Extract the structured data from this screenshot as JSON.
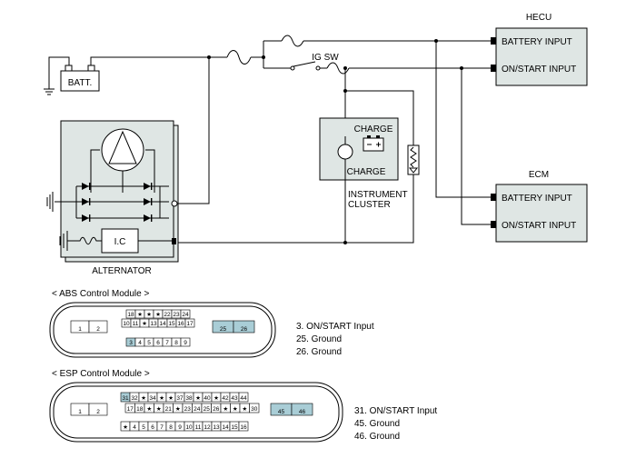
{
  "hecu": {
    "title": "HECU",
    "pin1": "BATTERY INPUT",
    "pin2": "ON/START INPUT"
  },
  "ecm": {
    "title": "ECM",
    "pin1": "BATTERY INPUT",
    "pin2": "ON/START INPUT"
  },
  "batt_label": "BATT.",
  "ig_sw_label": "IG SW",
  "instrument": {
    "lamp_label_top": "CHARGE",
    "lamp_label_bottom": "CHARGE",
    "caption_line1": "INSTRUMENT",
    "caption_line2": "CLUSTER"
  },
  "alternator": {
    "ic_label": "I.C",
    "caption": "ALTERNATOR"
  },
  "abs": {
    "heading": "< ABS Control Module >",
    "row_top": [
      "18",
      "★",
      "★",
      "★",
      "22",
      "23",
      "24"
    ],
    "row_mid": [
      "10",
      "11",
      "★",
      "13",
      "14",
      "15",
      "16",
      "17"
    ],
    "row_bot": [
      "3",
      "4",
      "5",
      "6",
      "7",
      "8",
      "9"
    ],
    "left_pins": [
      "1",
      "2"
    ],
    "right_pins": [
      "25",
      "26"
    ],
    "notes": [
      "3. ON/START Input",
      "25. Ground",
      "26. Ground"
    ]
  },
  "esp": {
    "heading": "< ESP Control Module >",
    "row_top": [
      "31",
      "32",
      "★",
      "34",
      "★",
      "★",
      "37",
      "38",
      "★",
      "40",
      "★",
      "42",
      "43",
      "44"
    ],
    "row_mid": [
      "17",
      "18",
      "★",
      "★",
      "21",
      "★",
      "23",
      "24",
      "25",
      "26",
      "★",
      "★",
      "★",
      "30"
    ],
    "row_bot": [
      "★",
      "4",
      "5",
      "6",
      "7",
      "8",
      "9",
      "10",
      "11",
      "12",
      "13",
      "14",
      "15",
      "16"
    ],
    "left_pins": [
      "1",
      "2"
    ],
    "right_pins": [
      "45",
      "46"
    ],
    "notes": [
      "31. ON/START Input",
      "45. Ground",
      "46. Ground"
    ]
  }
}
